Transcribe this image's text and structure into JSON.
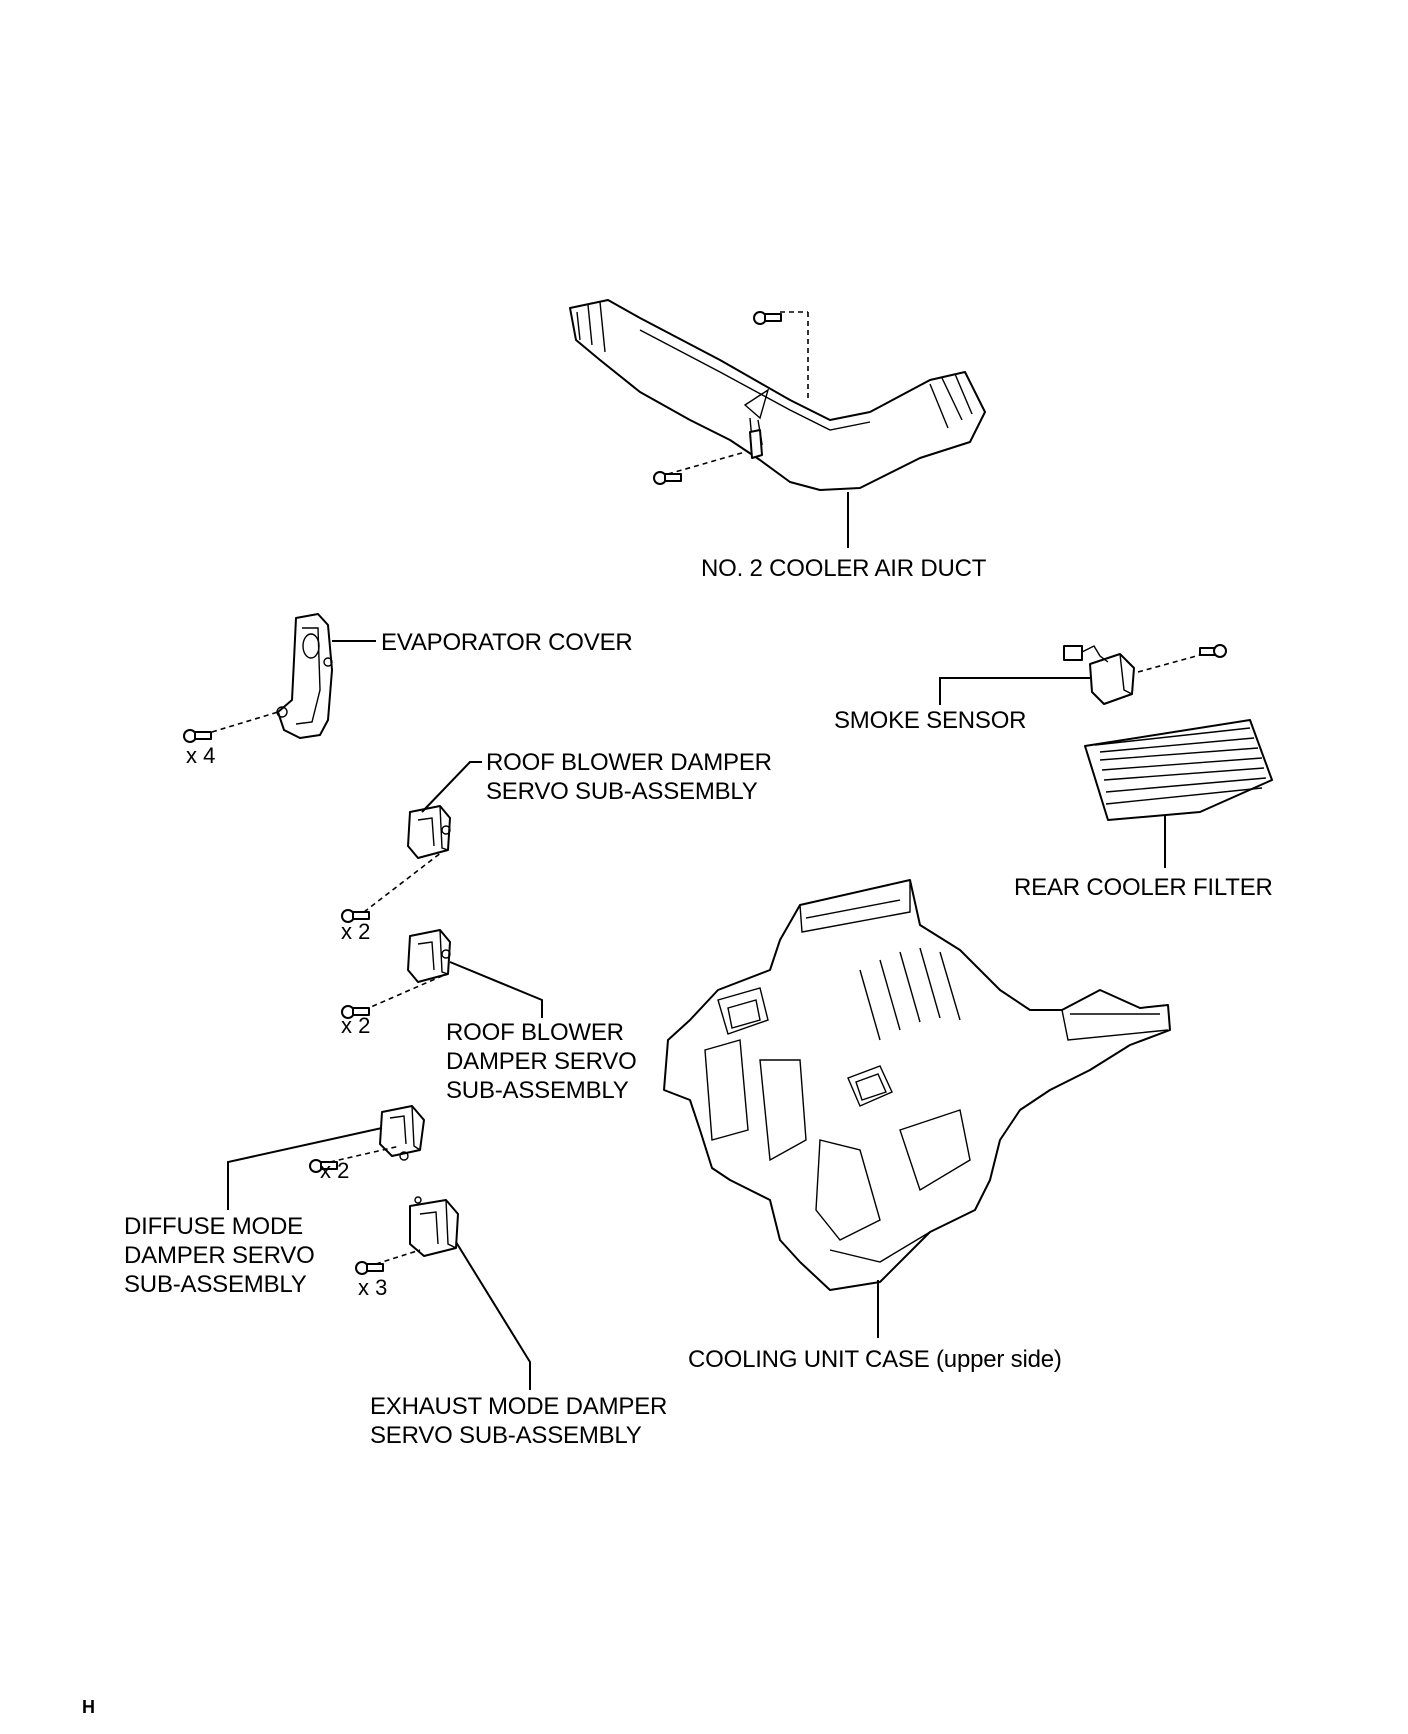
{
  "labels": {
    "no2_cooler_air_duct": "NO. 2 COOLER AIR DUCT",
    "evaporator_cover": "EVAPORATOR COVER",
    "smoke_sensor": "SMOKE SENSOR",
    "rear_cooler_filter": "REAR COOLER FILTER",
    "roof_blower_damper_servo_1": [
      "ROOF BLOWER DAMPER",
      "SERVO SUB-ASSEMBLY"
    ],
    "roof_blower_damper_servo_2": [
      "ROOF BLOWER",
      "DAMPER SERVO",
      "SUB-ASSEMBLY"
    ],
    "diffuse_mode_damper_servo": [
      "DIFFUSE MODE",
      "DAMPER SERVO",
      "SUB-ASSEMBLY"
    ],
    "exhaust_mode_damper_servo": [
      "EXHAUST MODE DAMPER",
      "SERVO SUB-ASSEMBLY"
    ],
    "cooling_unit_case": "COOLING UNIT CASE (upper side)"
  },
  "quantities": {
    "evaporator_cover_screws": "x 4",
    "roof_servo_1_screws": "x 2",
    "roof_servo_2_screws": "x 2",
    "diffuse_servo_screws": "x 2",
    "exhaust_servo_screws": "x 3"
  },
  "footer_code": "H"
}
